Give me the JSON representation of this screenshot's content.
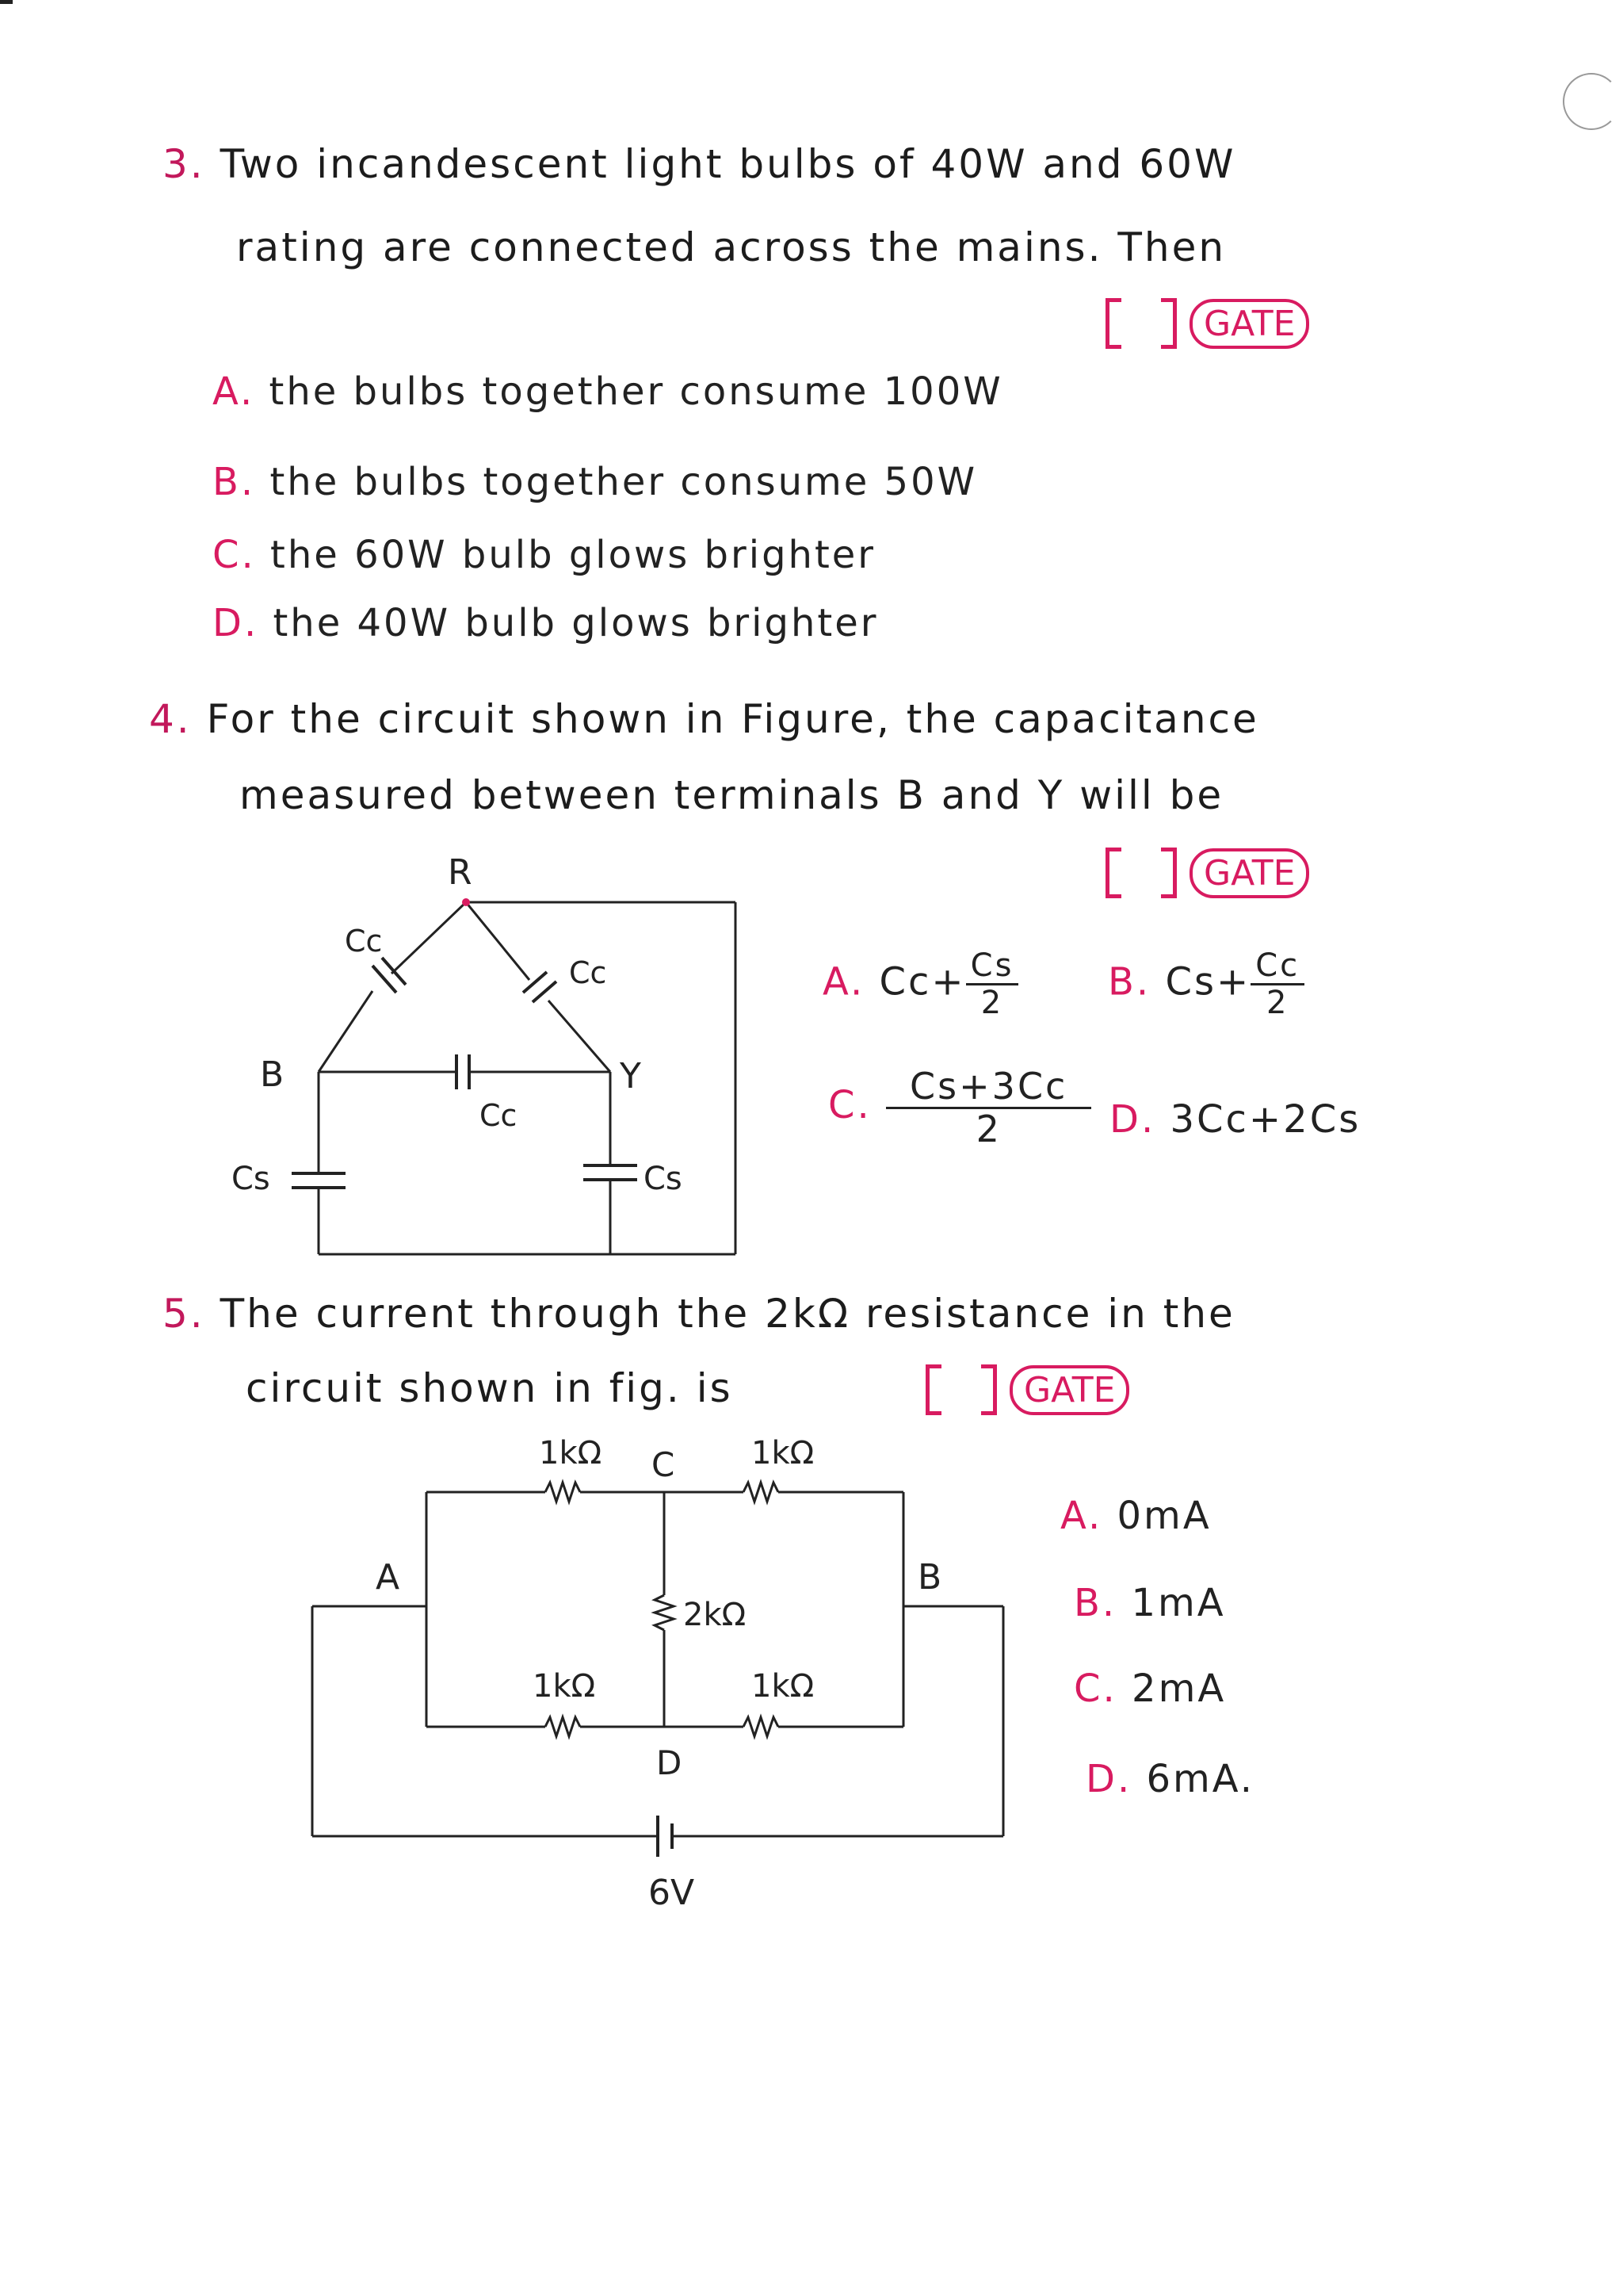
{
  "q3": {
    "number": "3.",
    "line1": "Two incandescent light bulbs of 40W and 60W",
    "line2": "rating are connected across the mains. Then",
    "tag": "GATE",
    "options": [
      {
        "label": "A.",
        "text": "the bulbs together consume 100W"
      },
      {
        "label": "B.",
        "text": "the bulbs together consume 50W"
      },
      {
        "label": "C.",
        "text": "the 60W bulb glows brighter"
      },
      {
        "label": "D.",
        "text": "the 40W bulb glows brighter"
      }
    ]
  },
  "q4": {
    "number": "4.",
    "line1": "For the circuit shown in Figure, the capacitance",
    "line2": "measured between terminals B and Y will be",
    "tag": "GATE",
    "circuit": {
      "node_top": "R",
      "node_left": "B",
      "node_right": "Y",
      "cap_cc": "Cc",
      "cap_cs": "Cs"
    },
    "options": {
      "a_label": "A.",
      "a_pre": "Cc+",
      "a_num": "Cs",
      "a_den": "2",
      "b_label": "B.",
      "b_pre": "Cs+",
      "b_num": "Cc",
      "b_den": "2",
      "c_label": "C.",
      "c_num": "Cs+3Cc",
      "c_den": "2",
      "d_label": "D.",
      "d_text": "3Cc+2Cs"
    }
  },
  "q5": {
    "number": "5.",
    "line1": "The current through the 2kΩ resistance in the",
    "line2": "circuit shown in fig. is",
    "tag": "GATE",
    "circuit": {
      "r_top_left": "1kΩ",
      "r_top_right": "1kΩ",
      "r_mid": "2kΩ",
      "r_bot_left": "1kΩ",
      "r_bot_right": "1kΩ",
      "node_c": "C",
      "node_d": "D",
      "node_a": "A",
      "node_b": "B",
      "source": "6V"
    },
    "options": [
      {
        "label": "A.",
        "text": "0mA"
      },
      {
        "label": "B.",
        "text": "1mA"
      },
      {
        "label": "C.",
        "text": "2mA"
      },
      {
        "label": "D.",
        "text": "6mA."
      }
    ]
  }
}
